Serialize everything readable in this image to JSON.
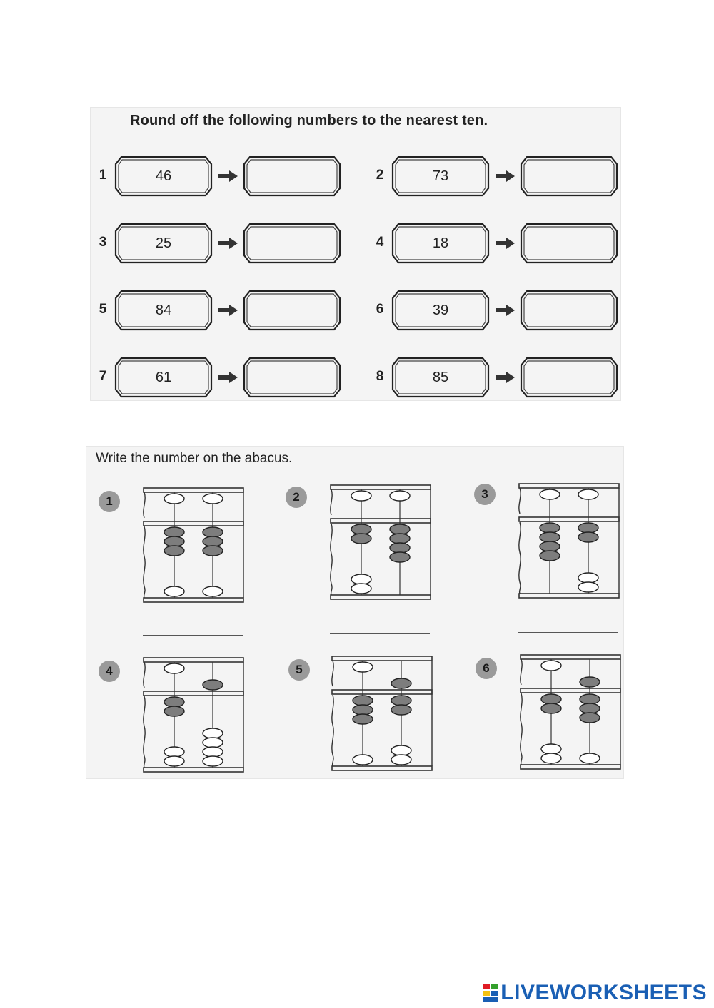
{
  "rounding": {
    "instruction": "Round off the following numbers to the nearest ten.",
    "items": [
      {
        "num": "1",
        "value": "46"
      },
      {
        "num": "2",
        "value": "73"
      },
      {
        "num": "3",
        "value": "25"
      },
      {
        "num": "4",
        "value": "18"
      },
      {
        "num": "5",
        "value": "84"
      },
      {
        "num": "6",
        "value": "39"
      },
      {
        "num": "7",
        "value": "61"
      },
      {
        "num": "8",
        "value": "85"
      }
    ]
  },
  "abacus": {
    "instruction": "Write the number on the abacus.",
    "items": [
      {
        "num": "1",
        "tens_upper_down": false,
        "tens_lower_up": 3,
        "ones_upper_down": false,
        "ones_lower_up": 3
      },
      {
        "num": "2",
        "tens_upper_down": false,
        "tens_lower_up": 2,
        "ones_upper_down": false,
        "ones_lower_up": 4
      },
      {
        "num": "3",
        "tens_upper_down": false,
        "tens_lower_up": 4,
        "ones_upper_down": false,
        "ones_lower_up": 2
      },
      {
        "num": "4",
        "tens_upper_down": false,
        "tens_lower_up": 2,
        "ones_upper_down": true,
        "ones_lower_up": 0
      },
      {
        "num": "5",
        "tens_upper_down": false,
        "tens_lower_up": 3,
        "ones_upper_down": true,
        "ones_lower_up": 2
      },
      {
        "num": "6",
        "tens_upper_down": false,
        "tens_lower_up": 2,
        "ones_upper_down": true,
        "ones_lower_up": 3
      }
    ]
  },
  "footer": {
    "brand": "LIVEWORKSHEETS"
  }
}
